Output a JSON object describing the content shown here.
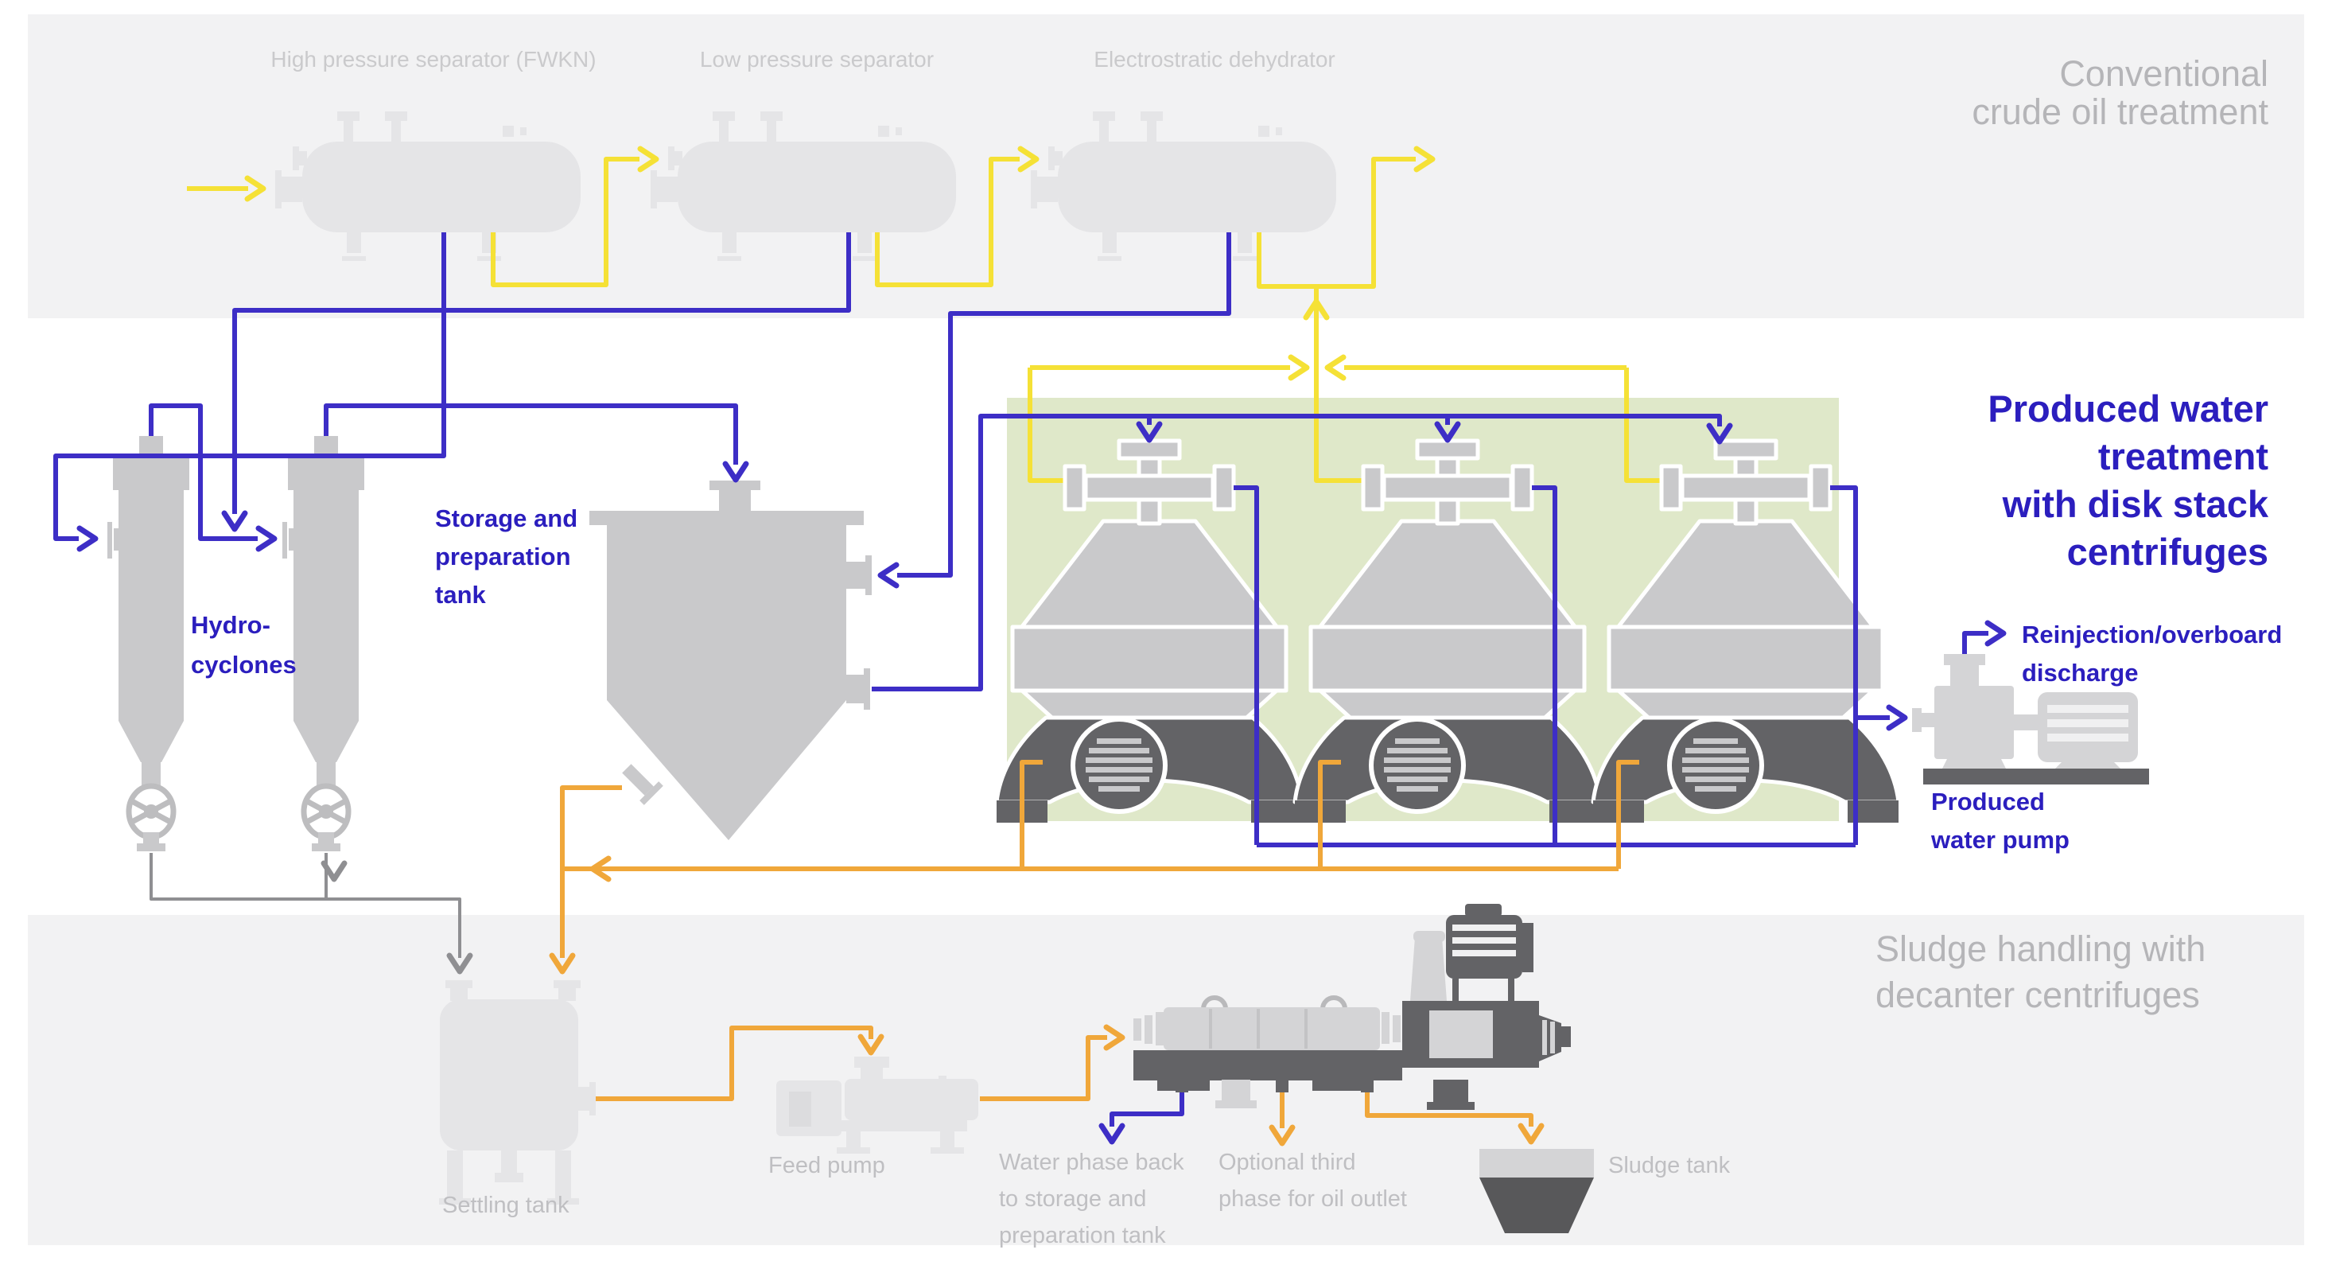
{
  "colors": {
    "oil_line": "#F5E136",
    "water_line": "#3D2EC6",
    "sludge_line": "#F0A73A",
    "waste_line": "#8F8F92",
    "accent_text_blue": "#2B1EBE",
    "panel_green": "#DFE8C9",
    "band_gray": "#F2F2F3",
    "equipment_light": "#C9C9CB",
    "equipment_mid": "#D4D4D6",
    "equipment_dark": "#636366",
    "equipment_faded": "#E5E5E7",
    "label_faded": "#CACACC",
    "label_gray": "#BFBFC2",
    "title_gray": "#B5B5B8"
  },
  "section_titles": {
    "conventional": [
      "Conventional",
      "crude oil treatment"
    ],
    "produced_water": [
      "Produced water",
      "treatment",
      "with disk stack",
      "centrifuges"
    ],
    "sludge_handling": [
      "Sludge handling with",
      "decanter centrifuges"
    ]
  },
  "labels": {
    "hp_separator": "High pressure separator (FWKN)",
    "lp_separator": "Low pressure separator",
    "dehydrator": "Electrostratic dehydrator",
    "hydrocyclones": [
      "Hydro-",
      "cyclones"
    ],
    "storage_tank": [
      "Storage and",
      "preparation",
      "tank"
    ],
    "reinjection": [
      "Reinjection/overboard",
      "discharge"
    ],
    "produced_water_pump": [
      "Produced",
      "water pump"
    ],
    "settling_tank": "Settling tank",
    "feed_pump": "Feed pump",
    "water_phase_return": [
      "Water phase back",
      "to storage and",
      "preparation tank"
    ],
    "optional_third_phase": [
      "Optional third",
      "phase for oil outlet"
    ],
    "sludge_tank": "Sludge tank"
  }
}
